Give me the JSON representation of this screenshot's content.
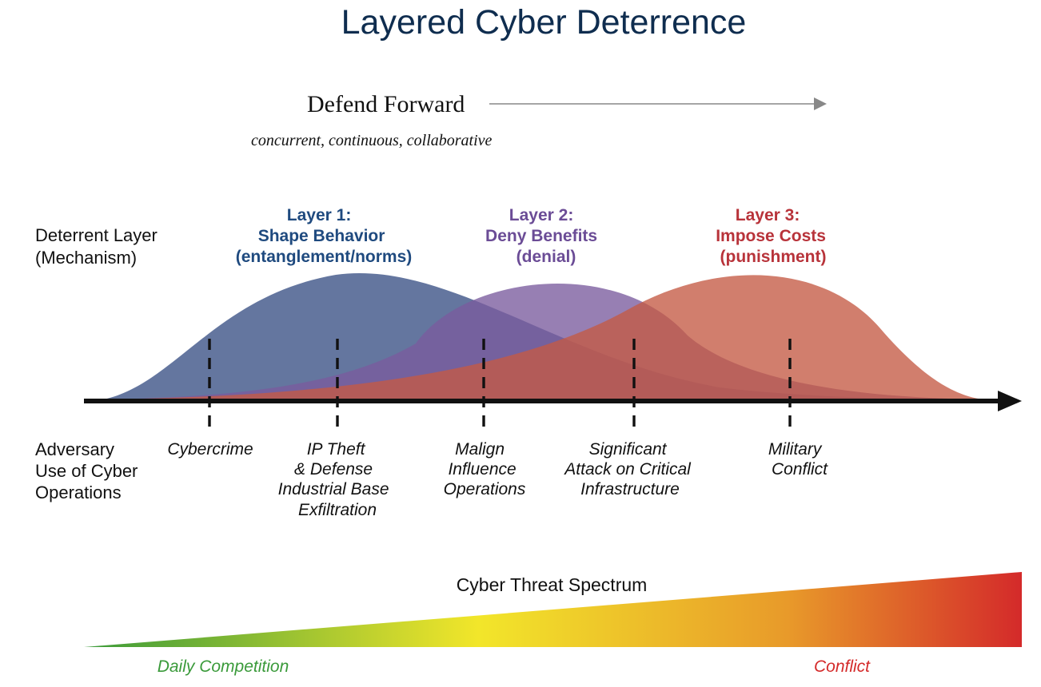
{
  "title": "Layered Cyber Deterrence",
  "defend_forward": {
    "label": "Defend Forward",
    "subtitle": "concurrent, continuous, collaborative"
  },
  "left_labels": {
    "deterrent_layer": [
      "Deterrent Layer",
      "(Mechanism)"
    ],
    "adversary_use": [
      "Adversary",
      "Use of Cyber",
      "Operations"
    ]
  },
  "layers": [
    {
      "id": "layer-1",
      "lines": [
        "Layer 1:",
        "Shape Behavior",
        "(entanglement/norms)"
      ],
      "color": "#1f4a7f",
      "fill": "#4a5f8f"
    },
    {
      "id": "layer-2",
      "lines": [
        "Layer 2:",
        "Deny Benefits",
        "(denial)"
      ],
      "color": "#6b4c96",
      "fill": "#7a5b9e"
    },
    {
      "id": "layer-3",
      "lines": [
        "Layer 3:",
        "Impose Costs",
        "(punishment)"
      ],
      "color": "#b8333a",
      "fill": "#c45a44"
    }
  ],
  "markers": [
    {
      "id": "cybercrime",
      "lines": [
        "Cybercrime"
      ]
    },
    {
      "id": "ip-theft",
      "lines": [
        "IP Theft",
        "& Defense",
        "Industrial Base",
        "Exfiltration"
      ]
    },
    {
      "id": "malign-influence",
      "lines": [
        "Malign",
        "Influence",
        "Operations"
      ]
    },
    {
      "id": "critical-infrastructure",
      "lines": [
        "Significant",
        "Attack on Critical",
        "Infrastructure"
      ]
    },
    {
      "id": "military-conflict",
      "lines": [
        "Military",
        "Conflict"
      ]
    }
  ],
  "spectrum": {
    "label": "Cyber Threat Spectrum",
    "start_label": "Daily Competition",
    "end_label": "Conflict",
    "start_color": "#3a9a3a",
    "end_color": "#d42a2a"
  },
  "colors": {
    "title": "#0f2d4f",
    "axis": "#111111",
    "arrow": "#888888"
  }
}
